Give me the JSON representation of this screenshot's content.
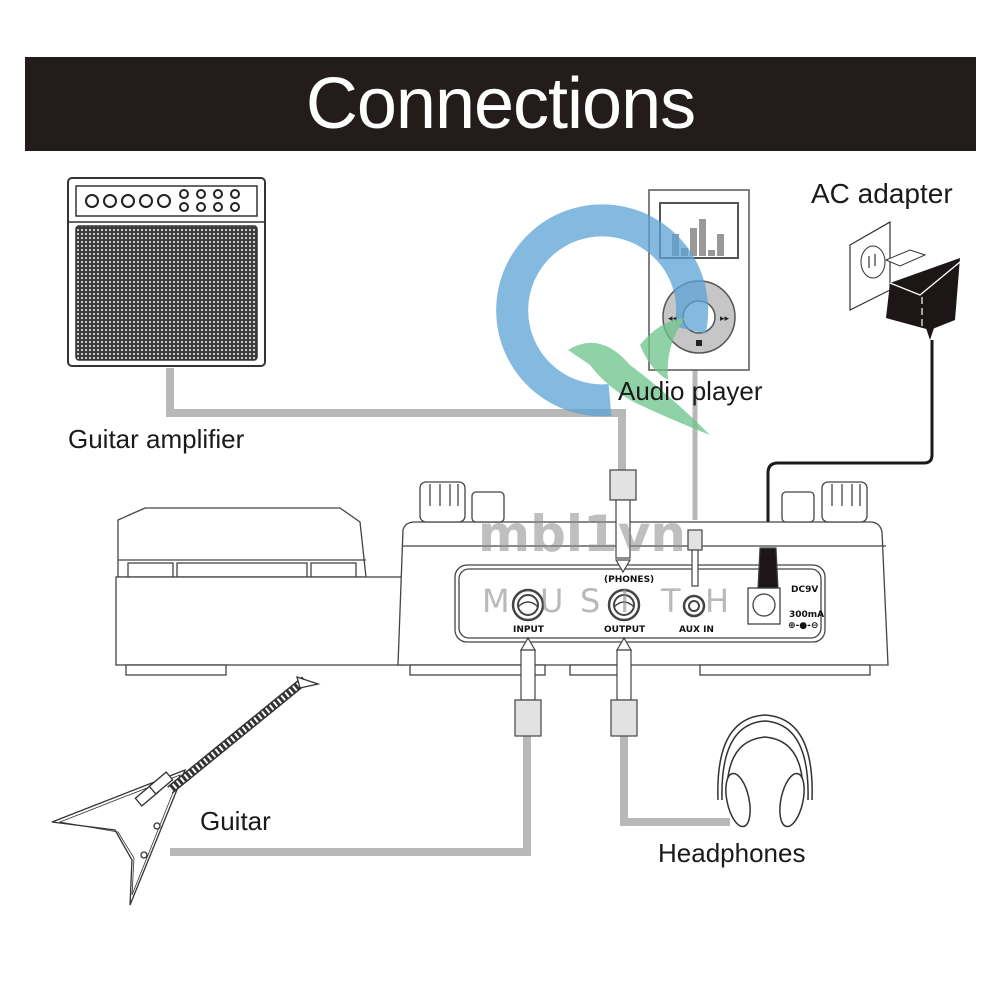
{
  "title": "Connections",
  "devices": {
    "amplifier": {
      "label": "Guitar amplifier",
      "icon": "guitar-amplifier-icon"
    },
    "audio_player": {
      "label": "Audio player",
      "icon": "audio-player-icon"
    },
    "ac_adapter": {
      "label": "AC adapter",
      "icon": "ac-adapter-icon"
    },
    "guitar": {
      "label": "Guitar",
      "icon": "guitar-icon"
    },
    "headphones": {
      "label": "Headphones",
      "icon": "headphones-icon"
    }
  },
  "pedal_panel": {
    "phones_label": "(PHONES)",
    "input_label": "INPUT",
    "output_label": "OUTPUT",
    "aux_label": "AUX IN",
    "dc_label": "DC9V",
    "current_label": "300mA",
    "polarity_symbol": "⊕-●-⊖"
  },
  "watermark": {
    "brand": "mbl1vn",
    "letters": [
      "M",
      "U",
      "S",
      "I",
      "T",
      "H"
    ]
  },
  "colors": {
    "banner": "#231c1b",
    "cable": "#b8b8b8",
    "power_cable": "#1a1a1a",
    "watermark_blue": "#5ba3d6",
    "watermark_green": "#6cc38a"
  }
}
